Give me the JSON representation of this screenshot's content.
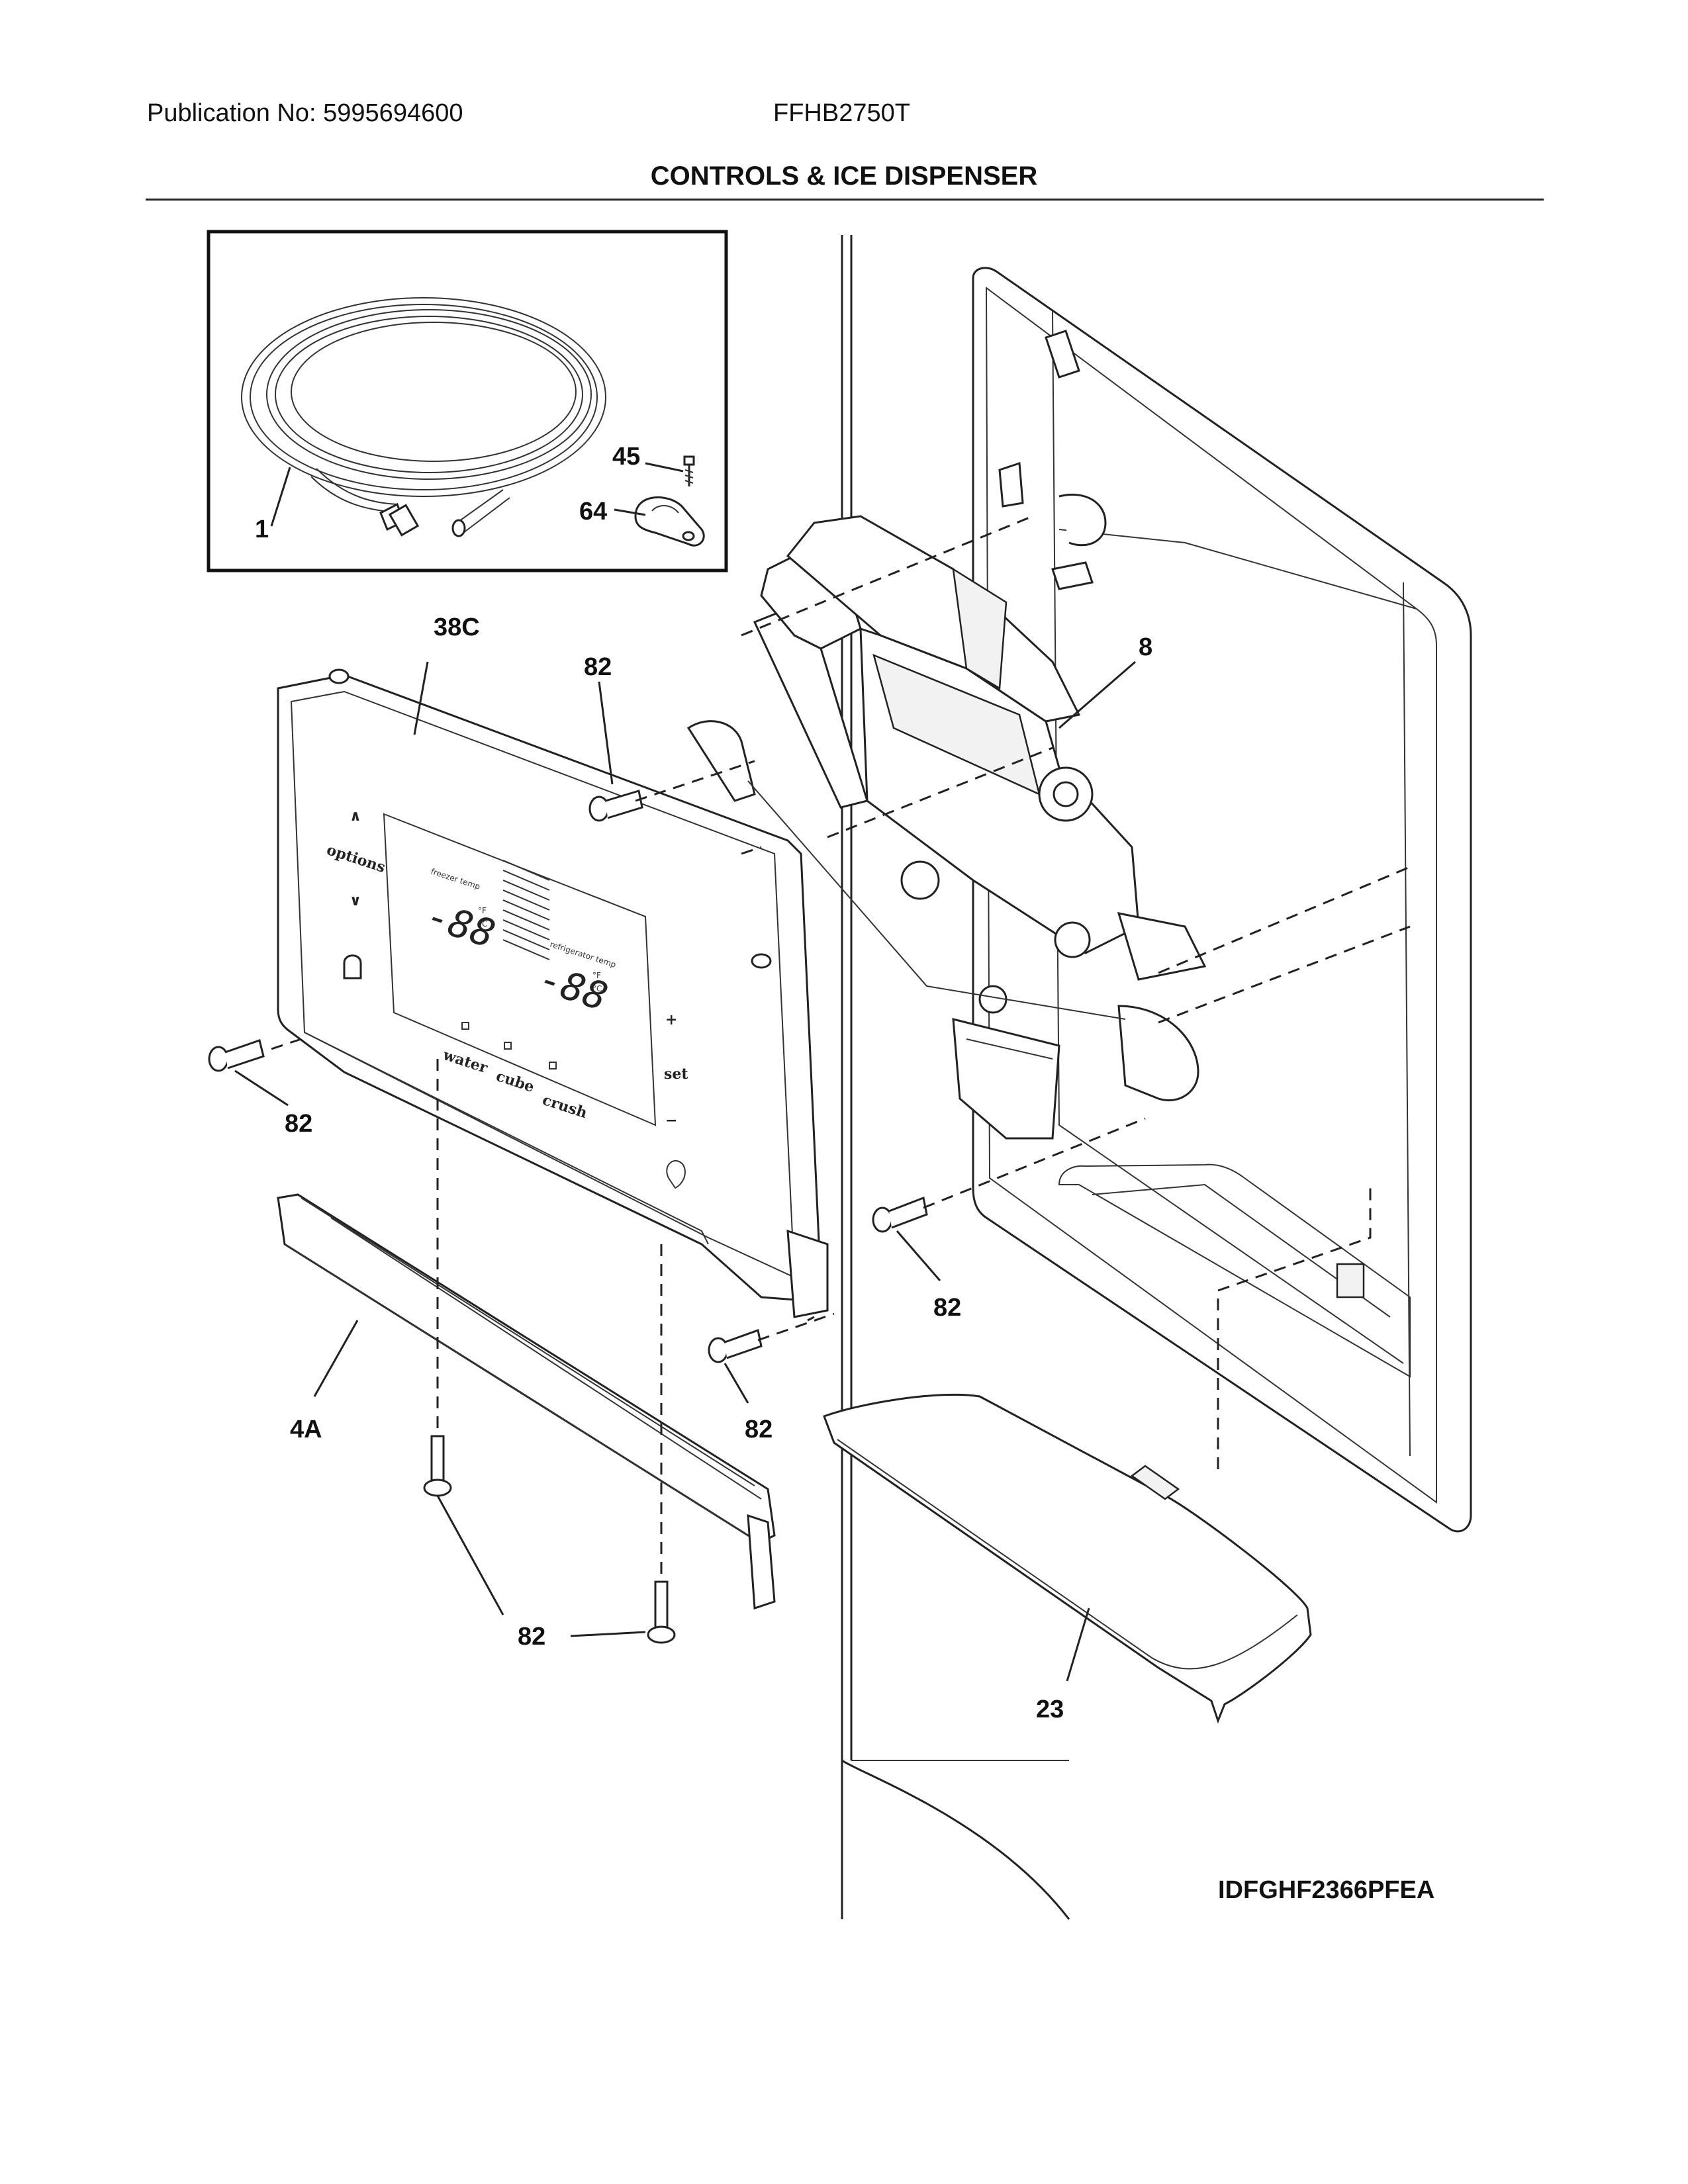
{
  "header": {
    "publication": "Publication No: 5995694600",
    "model": "FFHB2750T",
    "title": "CONTROLS & ICE DISPENSER"
  },
  "callouts": {
    "c1": "1",
    "c45": "45",
    "c64": "64",
    "c38C": "38C",
    "c82_top": "82",
    "c8": "8",
    "c82_left": "82",
    "c82_right": "82",
    "c82_mid": "82",
    "c4A": "4A",
    "c82_bottom": "82",
    "c23": "23"
  },
  "panel": {
    "options": "options",
    "water": "water",
    "cube": "cube",
    "crush": "crush",
    "set": "set",
    "digits_left": "-88",
    "digits_right": "-88",
    "deg_f": "°F",
    "deg_c": "°C",
    "freezer_temp": "freezer temp",
    "refrigerator_temp": "refrigerator temp"
  },
  "diagram_code": "IDFGHF2366PFEA"
}
